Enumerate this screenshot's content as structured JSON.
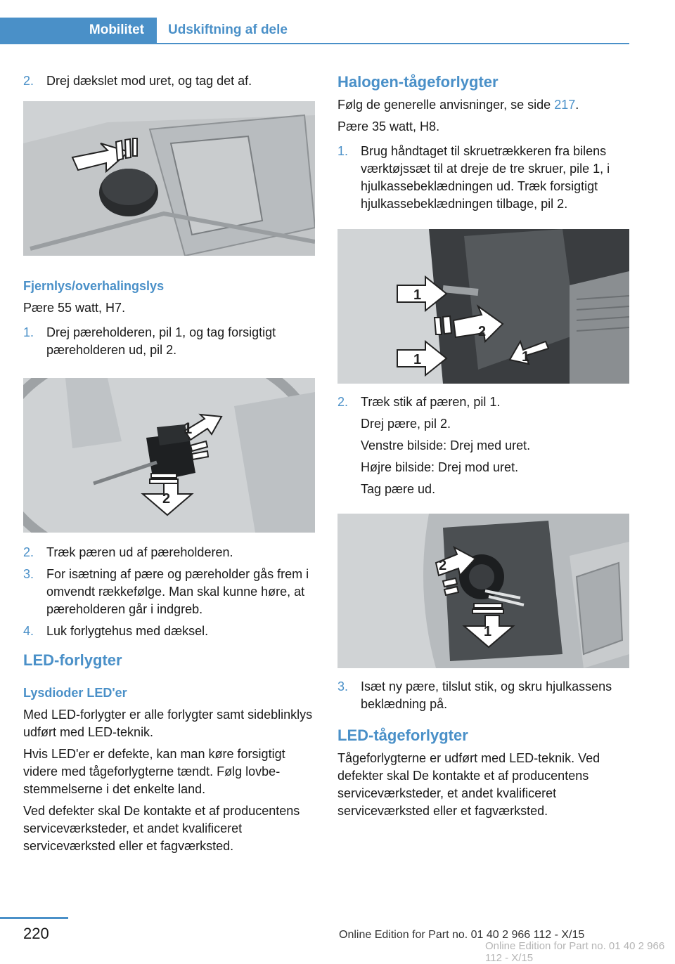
{
  "header": {
    "section_tab": "Mobilitet",
    "page_tab": "Udskiftning af dele"
  },
  "left": {
    "step_cover": {
      "num": "2.",
      "text": "Drej dækslet mod uret, og tag det af."
    },
    "high_beam": {
      "heading": "Fjernlys/overhalingslys",
      "bulb": "Pære 55 watt, H7.",
      "steps_a": [
        {
          "num": "1.",
          "text": "Drej pæreholderen, pil 1, og tag forsigtigt pæreholderen ud, pil 2."
        }
      ],
      "steps_b": [
        {
          "num": "2.",
          "text": "Træk pæren ud af pæreholderen."
        },
        {
          "num": "3.",
          "text": "For isætning af pære og pæreholder gås frem i omvendt rækkefølge. Man skal kunne høre, at pæreholderen går i indgreb."
        },
        {
          "num": "4.",
          "text": "Luk forlygtehus med dæksel."
        }
      ]
    },
    "led_headlights": {
      "heading": "LED-forlygter",
      "subheading": "Lysdioder LED'er",
      "p1": "Med LED-forlygter er alle forlygter samt side­blinklys udført med LED-teknik.",
      "p2": "Hvis LED'er er defekte, kan man køre forsigtigt videre med tågeforlygterne tændt. Følg lovbe­stemmelserne i det enkelte land.",
      "p3": "Ved defekter skal De kontakte et af producen­tens serviceværksteder, et andet kvalificeret serviceværksted eller et fagværksted."
    }
  },
  "right": {
    "halogen_fog": {
      "heading": "Halogen-tågeforlygter",
      "intro_prefix": "Følg de generelle anvisninger, se side ",
      "intro_page": "217",
      "intro_suffix": ".",
      "bulb": "Pære 35 watt, H8.",
      "step1": {
        "num": "1.",
        "text": "Brug håndtaget til skruetrækkeren fra bi­lens værktøjssæt til at dreje de tre skruer, pile 1, i hjulkassebeklædningen ud. Træk forsigtigt hjulkassebeklædningen tilbage, pil 2."
      },
      "step2": {
        "num": "2.",
        "lines": [
          "Træk stik af pæren, pil 1.",
          "Drej pære, pil 2.",
          "Venstre bilside: Drej med uret.",
          "Højre bilside: Drej mod uret.",
          "Tag pære ud."
        ]
      },
      "step3": {
        "num": "3.",
        "text": "Isæt ny pære, tilslut stik, og skru hjulkas­sens beklædning på."
      }
    },
    "led_fog": {
      "heading": "LED-tågeforlygter",
      "text": "Tågeforlygterne er udført med LED-teknik. Ved defekter skal De kontakte et af producen­tens serviceværksteder, et andet kvalificeret serviceværksted eller et fagværksted."
    }
  },
  "images": {
    "photo_cover": {
      "arrow_labels": []
    },
    "photo_high_beam": {
      "arrow_labels": [
        "1",
        "2"
      ]
    },
    "photo_wheel_arch": {
      "arrow_labels": [
        "1",
        "2",
        "1",
        "1"
      ]
    },
    "photo_fog_bulb": {
      "arrow_labels": [
        "2",
        "1"
      ]
    }
  },
  "footer": {
    "page_number": "220",
    "edition": "Online Edition for Part no. 01 40 2 966 112 - X/15",
    "watermark": "Online Edition for Part no. 01 40 2 966 112 - X/15"
  },
  "colors": {
    "accent": "#4a90c8"
  }
}
